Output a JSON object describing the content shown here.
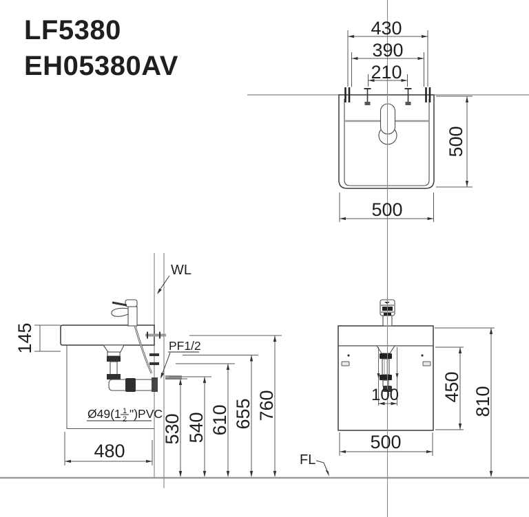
{
  "title": {
    "line1": "LF5380",
    "line2": "EH05380AV"
  },
  "top_view": {
    "dim_overall_width": "430",
    "dim_bracket_width": "390",
    "dim_hole_spacing": "210",
    "dim_depth": "500",
    "dim_width": "500"
  },
  "side_view": {
    "dim_rim_thickness": "145",
    "wall_line_label": "WL",
    "supply_label": "PF1/2",
    "drain_pipe_label": {
      "prefix": "Ø49(1",
      "frac_num": "1",
      "frac_den": "2",
      "suffix": "\")PVC"
    },
    "dim_cabinet_depth": "480",
    "heights": {
      "h1": "530",
      "h2": "540",
      "h3": "610",
      "h4": "655",
      "h5": "760"
    }
  },
  "front_view": {
    "dim_drain_offset": "100",
    "dim_cabinet_height": "450",
    "dim_total_height": "810",
    "dim_width": "500",
    "floor_line_label": "FL"
  },
  "colors": {
    "ink": "#1f1f1f",
    "line": "#4a4a4a",
    "soft_line": "#8a8a8a",
    "background": "#ffffff"
  }
}
